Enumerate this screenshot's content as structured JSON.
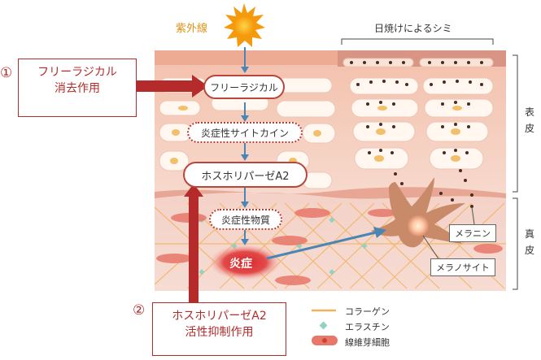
{
  "uv_label": "紫外線",
  "spots_label": "日焼けによるシミ",
  "epidermis_label": "表\n皮",
  "epidermis_chars": [
    "表",
    "皮"
  ],
  "dermis_chars": [
    "真",
    "皮"
  ],
  "flow_steps": [
    "フリーラジカル",
    "炎症性サイトカイン",
    "ホスホリパーゼA2",
    "炎症性物質",
    "炎症"
  ],
  "action1": {
    "number": "①",
    "lines": [
      "フリーラジカル",
      "消去作用"
    ]
  },
  "action2": {
    "number": "②",
    "lines": [
      "ホスホリパーゼA2",
      "活性抑制作用"
    ]
  },
  "melanin_label": "メラニン",
  "melanocyte_label": "メラノサイト",
  "legend": [
    {
      "label": "コラーゲン",
      "symbol": "line",
      "color": "#f2b25a"
    },
    {
      "label": "エラスチン",
      "symbol": "diamond",
      "color": "#8fd3c2"
    },
    {
      "label": "線維芽細胞",
      "symbol": "cell",
      "color": "#e8776a"
    }
  ],
  "colors": {
    "accent_red": "#b52b2b",
    "arrow_blue": "#4a86b5",
    "skin": "#f5c9b8"
  }
}
